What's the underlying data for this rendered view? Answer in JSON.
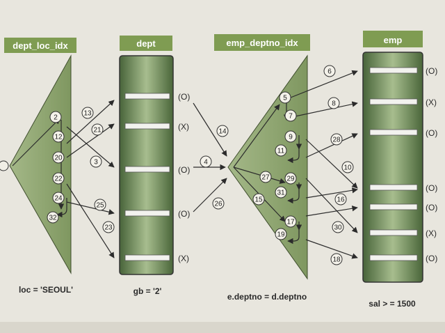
{
  "headers": {
    "dept_loc_idx": "dept_loc_idx",
    "dept": "dept",
    "emp_deptno_idx": "emp_deptno_idx",
    "emp": "emp"
  },
  "conditions": {
    "loc": "loc = 'SEOUL'",
    "gb": "gb = '2'",
    "join": "e.deptno = d.deptno",
    "sal": "sal > = 1500"
  },
  "dept_rows": [
    {
      "mark": "(O)"
    },
    {
      "mark": "(X)"
    },
    {
      "mark": "(O)"
    },
    {
      "mark": "(O)"
    },
    {
      "mark": "(X)"
    }
  ],
  "emp_rows": [
    {
      "mark": "(O)"
    },
    {
      "mark": "(X)"
    },
    {
      "mark": "(O)"
    },
    {
      "mark": "(O)"
    },
    {
      "mark": "(O)"
    },
    {
      "mark": "(X)"
    },
    {
      "mark": "(O)"
    }
  ],
  "steps": [
    "2",
    "12",
    "20",
    "22",
    "24",
    "32",
    "13",
    "21",
    "3",
    "25",
    "23",
    "14",
    "4",
    "26",
    "5",
    "7",
    "9",
    "11",
    "29",
    "31",
    "17",
    "19",
    "27",
    "15",
    "6",
    "8",
    "28",
    "10",
    "16",
    "30",
    "18"
  ],
  "colors": {
    "header_bg": "#7f9c52",
    "triangle_fill": "#8ea46e",
    "table_dark": "#4e6a39",
    "table_light": "#a3b98a",
    "line": "#2b2b2b"
  }
}
